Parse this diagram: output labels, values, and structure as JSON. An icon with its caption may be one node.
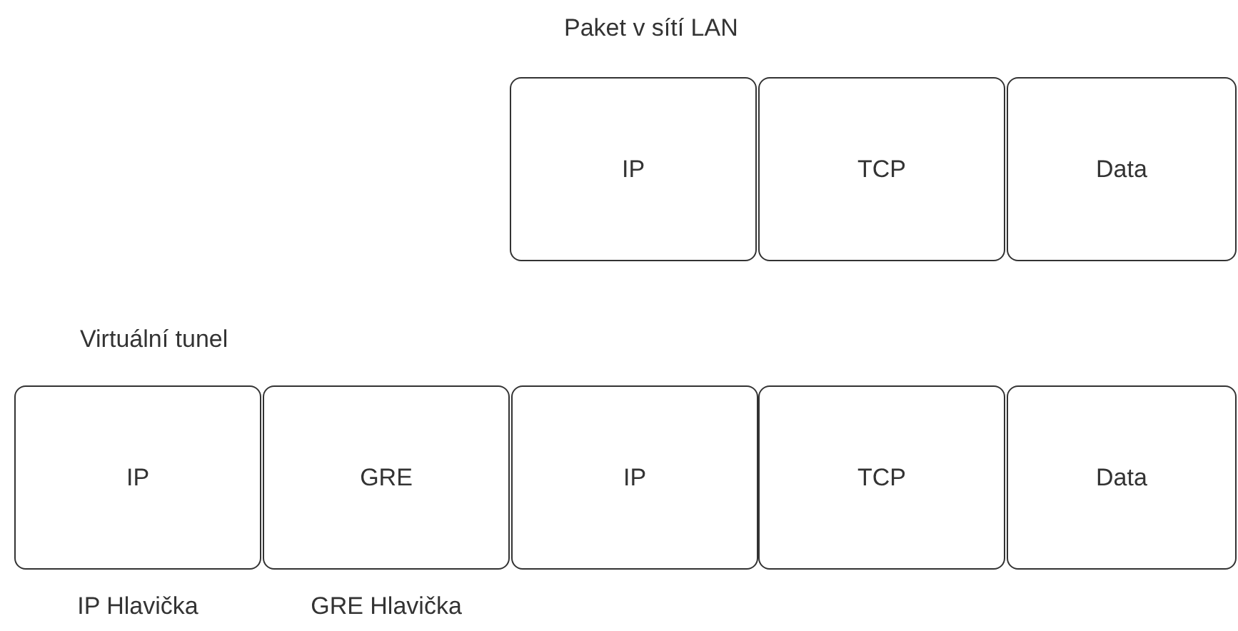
{
  "diagram": {
    "nodes": [
      {
        "text": [
          "IP"
        ]
      },
      {
        "text": [
          "TCP"
        ]
      },
      {
        "text": [
          "Data"
        ]
      },
      {
        "text": [
          "IP"
        ],
        "beside": [
          "IP Hlavička"
        ]
      },
      {
        "text": [
          "GRE"
        ],
        "beside": [
          "GRE Hlavička"
        ]
      },
      {
        "text": [
          "IP"
        ]
      },
      {
        "text": [
          "TCP"
        ]
      },
      {
        "text": [
          "Data"
        ]
      }
    ],
    "labels": [
      "Paket v sítí LAN",
      "Virtuální tunel"
    ]
  }
}
